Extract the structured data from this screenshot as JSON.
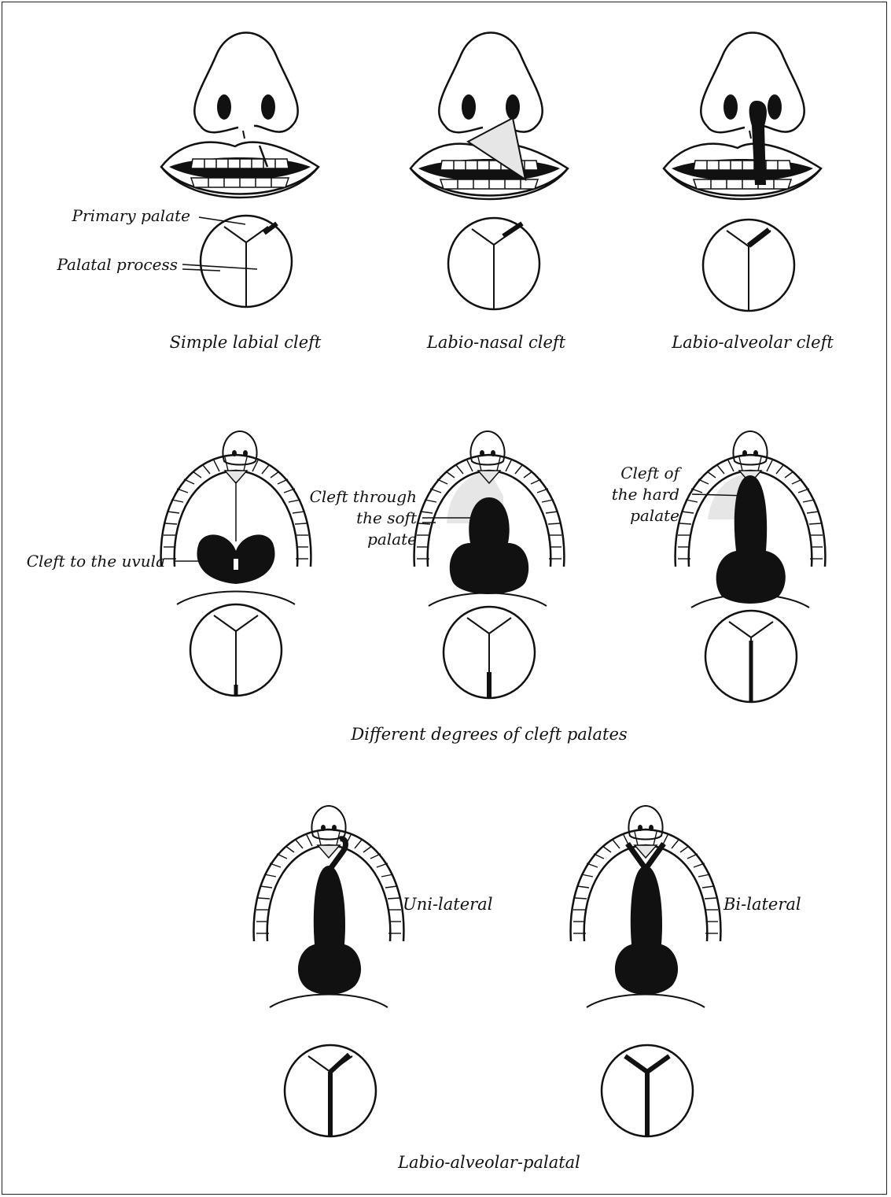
{
  "row1": {
    "annotations": {
      "primary_palate": "Primary palate",
      "palatal_process": "Palatal process"
    },
    "captions": [
      "Simple labial cleft",
      "Labio-nasal cleft",
      "Labio-alveolar cleft"
    ]
  },
  "row2": {
    "annotations": {
      "cleft_uvula": "Cleft to the uvula",
      "cleft_soft_1": "Cleft through",
      "cleft_soft_2": "the soft",
      "cleft_soft_3": "palate",
      "cleft_hard_1": "Cleft of",
      "cleft_hard_2": "the hard",
      "cleft_hard_3": "palate"
    },
    "caption": "Different degrees of cleft palates"
  },
  "row3": {
    "labels": [
      "Uni-lateral",
      "Bi-lateral"
    ],
    "caption": "Labio-alveolar-palatal"
  },
  "colors": {
    "ink": "#111111",
    "shade": "#e6e6e6",
    "border": "#222222"
  }
}
